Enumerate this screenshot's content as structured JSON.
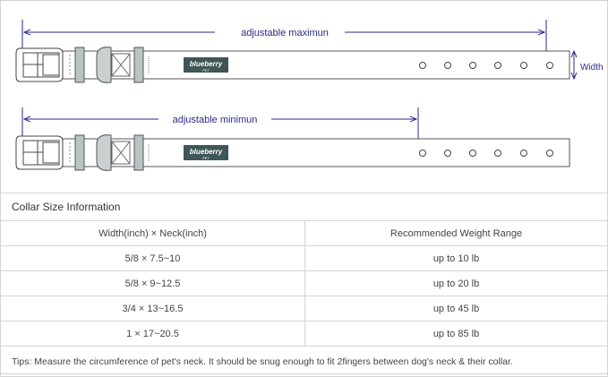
{
  "diagram": {
    "max_label": "adjustable maximun",
    "min_label": "adjustable minimun",
    "width_label": "Width",
    "logo_text": "blueberry",
    "logo_sub": "PET",
    "arrow_color": "#2a2a8a",
    "logo_color": "#3f5656"
  },
  "table": {
    "title": "Collar Size Information",
    "headers": [
      "Width(inch)  ×  Neck(inch)",
      "Recommended Weight Range"
    ],
    "rows": [
      [
        "5/8 × 7.5~10",
        "up to 10 lb"
      ],
      [
        "5/8 × 9~12.5",
        "up to 20 lb"
      ],
      [
        "3/4 × 13~16.5",
        "up to 45 lb"
      ],
      [
        "1 × 17~20.5",
        "up to 85 lb"
      ]
    ],
    "tips": "Tips: Measure the circumference of pet's neck. It should be snug enough to fit 2fingers between dog's neck & their collar."
  }
}
